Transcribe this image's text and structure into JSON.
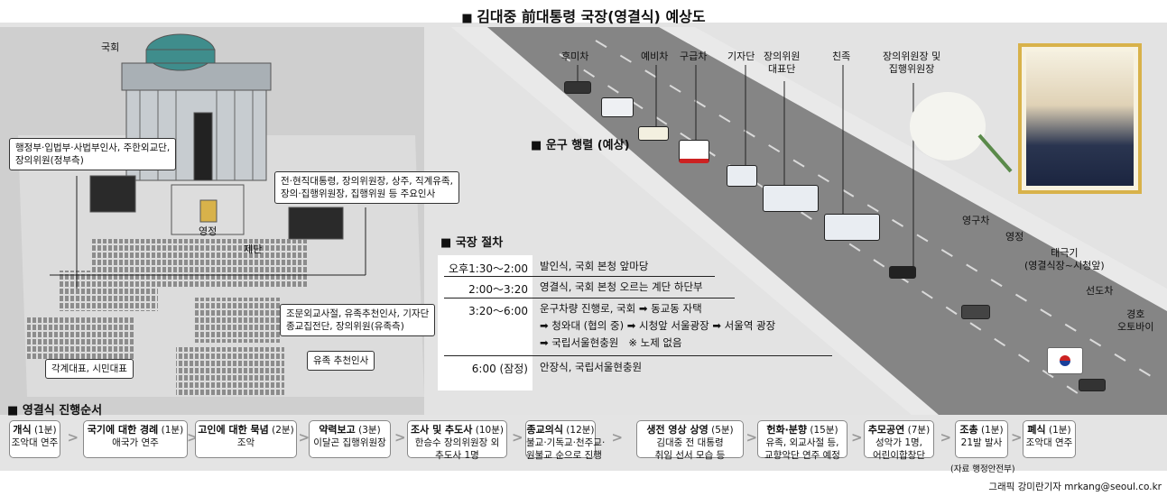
{
  "title": "김대중 前대통령 국장(영결식) 예상도",
  "venue": {
    "building": "국회",
    "altar_photo": "영정",
    "altar": "제단",
    "seating": [
      "행정부·입법부·사법부인사, 주한외교단,\n장의위원(정부측)",
      "전·현직대통령, 장의위원장, 상주, 직계유족,\n장의·집행위원장, 집행위원 등 주요인사",
      "조문외교사절, 유족추천인사, 기자단\n종교집전단, 장의위원(유족측)",
      "유족 추천인사",
      "각계대표, 시민대표"
    ]
  },
  "procession": {
    "title": "운구 행렬 (예상)",
    "vehicles": [
      "후미차",
      "예비차",
      "구급차",
      "기자단",
      "장의위원\n대표단",
      "친족",
      "장의위원장 및\n집행위원장",
      "영구차",
      "영정",
      "태극기\n(영결식장~시청앞)",
      "선도차",
      "경호\n오토바이"
    ]
  },
  "procedure": {
    "title": "국장 절차",
    "rows": [
      {
        "time": "오후1:30～2:00",
        "desc": "발인식, 국회 본청 앞마당"
      },
      {
        "time": "2:00～3:20",
        "desc": "영결식, 국회 본청 오르는 계단 하단부"
      },
      {
        "time": "3:20～6:00",
        "desc": "운구차량 진행로, 국회 ➡ 동교동 자택\n➡ 청와대 (협의 중) ➡ 시청앞 서울광장 ➡ 서울역 광장\n➡ 국립서울현충원   ※ 노제 없음"
      },
      {
        "time": "6:00 (잠정)",
        "desc": "안장식, 국립서울현충원"
      }
    ]
  },
  "sequence": {
    "title": "영결식 진행순서",
    "steps": [
      {
        "name": "개식",
        "dur": "(1분)",
        "desc": "조악대 연주"
      },
      {
        "name": "국기에 대한 경례",
        "dur": "(1분)",
        "desc": "애국가 연주"
      },
      {
        "name": "고인에 대한 묵념",
        "dur": "(2분)",
        "desc": "조악"
      },
      {
        "name": "약력보고",
        "dur": "(3분)",
        "desc": "이달곤 집행위원장"
      },
      {
        "name": "조사 및 추도사",
        "dur": "(10분)",
        "desc": "한승수 장의위원장 외\n추도사 1명"
      },
      {
        "name": "종교의식",
        "dur": "(12분)",
        "desc": "불교·기독교·천주교·\n원불교 순으로 진행"
      },
      {
        "name": "생전 영상 상영",
        "dur": "(5분)",
        "desc": "김대중 전 대통령\n취임 선서 모습 등"
      },
      {
        "name": "헌화·분향",
        "dur": "(15분)",
        "desc": "유족, 외교사절 등,\n교향악단 연주 예정"
      },
      {
        "name": "추모공연",
        "dur": "(7분)",
        "desc": "성악가 1명,\n어린이합창단"
      },
      {
        "name": "조총",
        "dur": "(1분)",
        "desc": "21발 발사"
      },
      {
        "name": "폐식",
        "dur": "(1분)",
        "desc": "조악대 연주"
      }
    ],
    "source": "(자료 행정안전부)"
  },
  "credit": "그래픽 강미란기자 mrkang@seoul.co.kr",
  "colors": {
    "road": "#8a8a8a",
    "ground": "#d6d6d6",
    "dome": "#3f8d8c",
    "frame": "#d8b24a"
  }
}
